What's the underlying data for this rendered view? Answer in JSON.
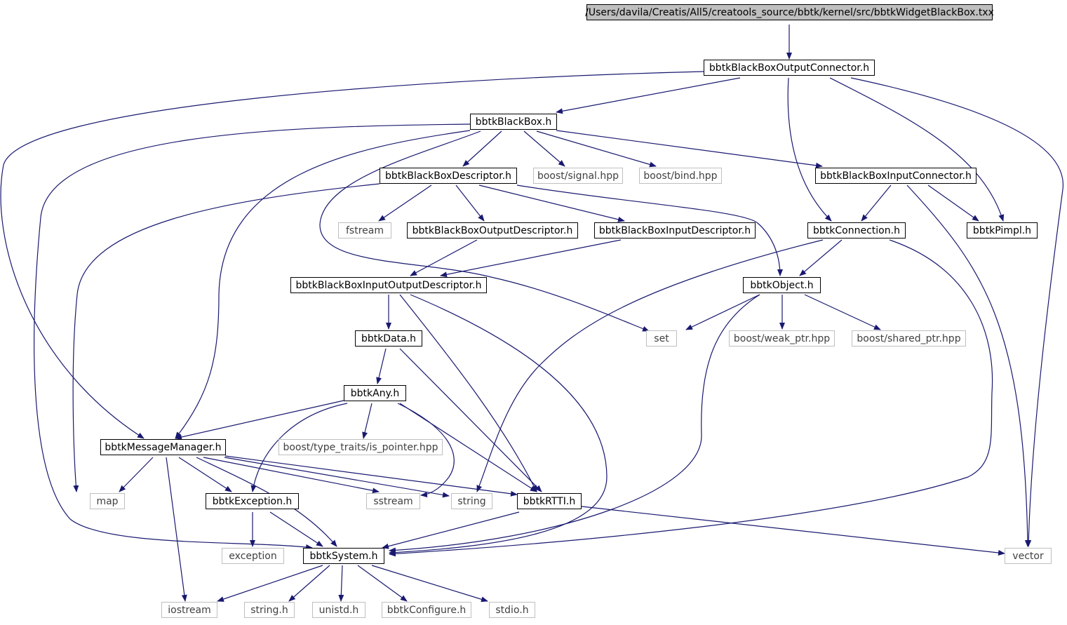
{
  "colors": {
    "edge": "#191970",
    "root_fill": "#bfbfbf",
    "node_border": "#000000",
    "system_border": "#bfbfbf"
  },
  "nodes": {
    "root": "/Users/davila/Creatis/All5/creatools_source/bbtk/kernel/src/bbtkWidgetBlackBox.txx",
    "output_connector": "bbtkBlackBoxOutputConnector.h",
    "blackbox": "bbtkBlackBox.h",
    "descriptor": "bbtkBlackBoxDescriptor.h",
    "boost_signal": "boost/signal.hpp",
    "boost_bind": "boost/bind.hpp",
    "input_connector": "bbtkBlackBoxInputConnector.h",
    "fstream": "fstream",
    "output_descriptor": "bbtkBlackBoxOutputDescriptor.h",
    "input_descriptor": "bbtkBlackBoxInputDescriptor.h",
    "connection": "bbtkConnection.h",
    "pimpl": "bbtkPimpl.h",
    "io_descriptor": "bbtkBlackBoxInputOutputDescriptor.h",
    "object": "bbtkObject.h",
    "data": "bbtkData.h",
    "set": "set",
    "weak_ptr": "boost/weak_ptr.hpp",
    "shared_ptr": "boost/shared_ptr.hpp",
    "any": "bbtkAny.h",
    "message_manager": "bbtkMessageManager.h",
    "is_pointer": "boost/type_traits/is_pointer.hpp",
    "map": "map",
    "exception_h": "bbtkException.h",
    "sstream": "sstream",
    "string": "string",
    "rtti": "bbtkRTTI.h",
    "exception": "exception",
    "system": "bbtkSystem.h",
    "vector": "vector",
    "iostream": "iostream",
    "string_h": "string.h",
    "unistd": "unistd.h",
    "configure": "bbtkConfigure.h",
    "stdio": "stdio.h"
  }
}
